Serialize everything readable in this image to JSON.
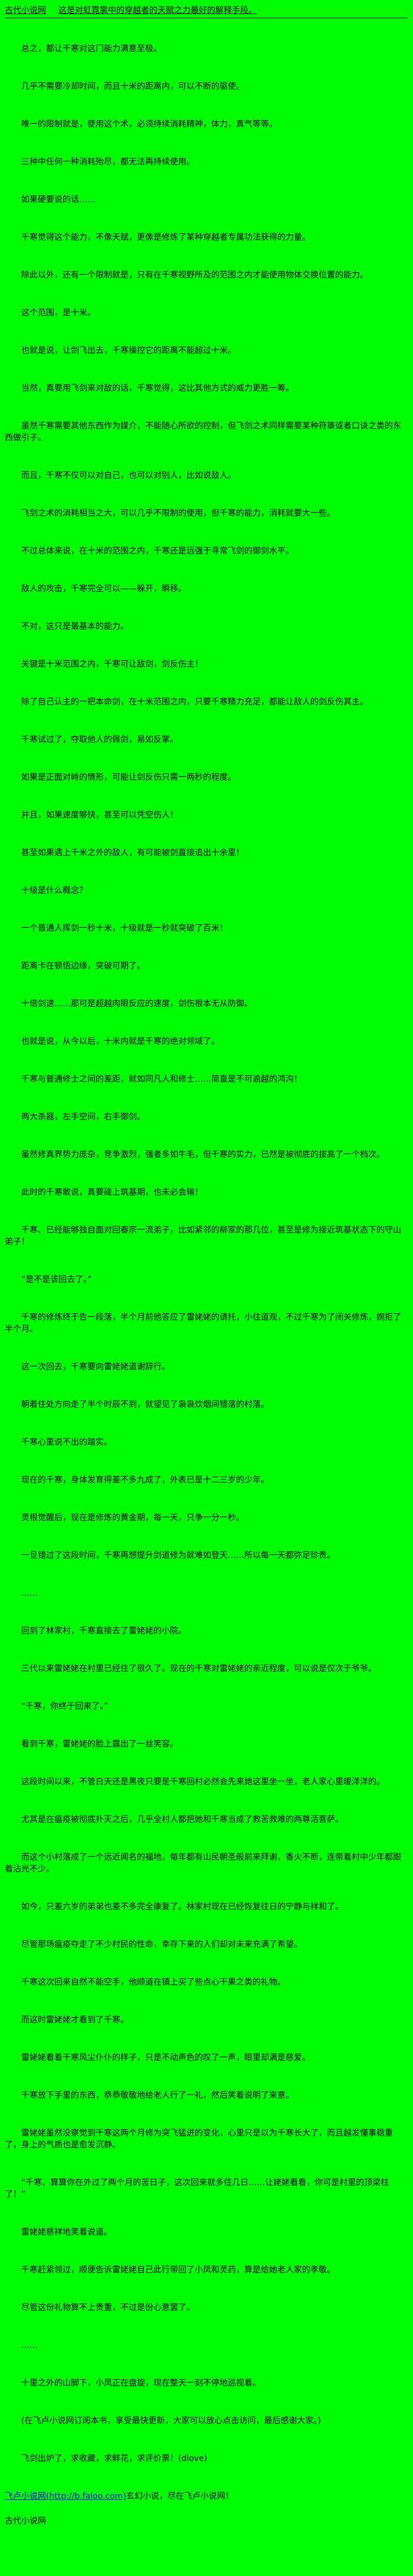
{
  "page": {
    "background_color": "#00ff00",
    "text_color": "#000000",
    "link_color": "#0000ee"
  },
  "header": {
    "site_name": "古代小说网",
    "intro_text": "这是对虹霓裳中的穿越者的天赋之力最好的解释手段。"
  },
  "paragraphs": [
    "总之，都让千寒对这门能力满意至极。",
    "几乎不需要冷却时间，而且十米的距离内，可以不断的驱使。",
    "唯一的限制就是，使用这个术，必须持续消耗精神，体力，真气等等。",
    "三种中任何一种消耗殆尽，都无法再持续使用。",
    "如果硬要说的话……",
    "千寒觉得这个能力，不像天赋，更像是修炼了某种穿越者专属功法获得的力量。",
    "除此以外，还有一个限制就是，只有在千寒视野所及的范围之内才能使用物体交换位置的能力。",
    "这个范围，是十米。",
    "也就是说，让剑飞出去，千寒操控它的距离不能超过十米。",
    "当然，真要用飞剑来对敌的话，千寒觉得，这比其他方式的威力更胜一筹。",
    "虽然千寒需要其他东西作为媒介，不能随心所欲的控制，但飞剑之术同样需要某种符箓或者口诀之类的东西做引子。",
    "而且，千寒不仅可以对自己，也可以对别人，比如说敌人。",
    "飞剑之术的消耗相当之大，可以几乎不限制的使用，但千寒的能力，消耗就要大一些。",
    "不过总体来说，在十米的范围之内，千寒还是远强于寻常飞剑的御剑水平。",
    "敌人的攻击，千寒完全可以——躲开，瞬移。",
    "不对，这只是最基本的能力。",
    "关键是十米范围之内，千寒可让敌剑，剑反伤主！",
    "除了自己认主的一把本命剑，在十米范围之内，只要千寒精力充足，都能让敌人的剑反伤其主。",
    "千寒试过了，夺取他人的佩剑，易如反掌。",
    "如果是正面对峙的情形，可能让剑反伤只需一两秒的程度。",
    "并且，如果速度够快，甚至可以凭空伤人！",
    "甚至如果遇上千米之外的敌人，有可能被剑直接追出十余里！",
    "十级是什么概念？",
    "一个普通人挥剑一秒十米，十级就是一秒就突破了百米！",
    "距离卡在顿悟边缘，突破可期了。",
    "十倍剑速……那可是超越肉眼反应的速度，剑伤根本无从防御。",
    "也就是说，从今以后，十米内就是千寒的绝对领域了。",
    "千寒与普通修士之间的差距，就如同凡人和修士……简直是不可逾越的鸿沟！",
    "两大杀器，左手空间，右手御剑。",
    "虽然修真界势力庞杂，竞争激烈，强者多如牛毛，但千寒的实力，已然是被彻底的拔高了一个档次。",
    "此时的千寒敢说，真要碰上筑基期，也未必会输！",
    "千寒、已经能够独自面对回春宗一流弟子，比如紧邻的柳家的那几位，甚至是修为接近筑基状态下的守山弟子！",
    "“是不是该回去了。”",
    "千寒的修炼终于告一段落，半个月前他答应了雷姥姥的请托，小住道观，不过千寒为了闭关修炼，婉拒了半个月。",
    "这一次回去，千寒要向雷姥姥道谢辞行。",
    "朝着住处方向走了半个时辰不到，就望见了袅袅炊烟间错落的村落。",
    "千寒心里说不出的踏实。",
    "现在的千寒，身体发育得差不多九成了，外表已是十二三岁的少年。",
    "灵根觉醒后，现在是修炼的黄金期，每一天，只争一分一秒。",
    "一旦错过了这段时间，千寒再想提升剑道修为就难如登天……所以每一天都弥足珍贵。",
    "……",
    "回到了林家村，千寒直接去了雷姥姥的小院。",
    "三代以来雷姥姥在村里已经住了很久了。现在的千寒对雷姥姥的亲近程度，可以说是仅次于爷爷。",
    "“千寒，你终于回来了。”",
    "看到千寒，雷姥姥的脸上露出了一丝笑容。",
    "这段时间以来，不管白天还是黑夜只要是千寒回村必然会先来她这里坐一坐，老人家心里暖洋洋的。",
    "尤其是在瘟疫被彻底扑灭之后，几乎全村人都把她和千寒当成了救苦救难的两尊活菩萨。",
    "而这个小村落成了一个远近闻名的福地，每年都有山民朝圣般前来拜谢，香火不断，连带着村中少年都跟着沾光不少。",
    "如今，只差六岁的弟弟也差不多完全康复了。林家村现在已经恢复往日的宁静与祥和了。",
    "尽管那场瘟疫夺走了不少村民的性命，幸存下来的人们却对未来充满了希望。",
    "千寒这次回来自然不能空手，他顺道在镇上买了些点心干果之类的礼物。",
    "而这时雷姥姥才看到了千寒。",
    "雷姥姥看着千寒风尘仆仆的样子，只是不动声色的叹了一声，眼里却满是慈爱。",
    "千寒放下手里的东西，恭恭敬敬地给老人行了一礼，然后笑着说明了来意。",
    "雷姥姥虽然没察觉到千寒这两个月修为突飞猛进的变化，心里只是以为千寒长大了，而且越发懂事稳重了，身上的气质也是愈发沉静。",
    "“千寒、算算你在外过了两个月的苦日子，这次回来就多住几日……让姥姥看看，你可是村里的顶梁柱了！”",
    "雷姥姥慈祥地笑着说道。",
    "千寒赶紧领过，顺便告诉雷姥姥自己此行带回了小凤和灵药，算是给她老人家的孝敬。",
    "尽管这份礼物算不上贵重，不过是份心意罢了。",
    "……",
    "十里之外的山脚下，小凤正在盘旋，现在整天一刻不停地巡视着。",
    "(在飞卢小说网订阅本书，享受最快更新，大家可以放心点击访问，最后感谢大家。)",
    "飞剑出炉了，求收藏，求鲜花，求评价票！(dlove)"
  ],
  "footer": {
    "link_text": "飞卢小说网(http://b.faloo.com)",
    "link_suffix": "玄幻小说，尽在飞卢小说网！",
    "site_name": "古代小说网"
  }
}
